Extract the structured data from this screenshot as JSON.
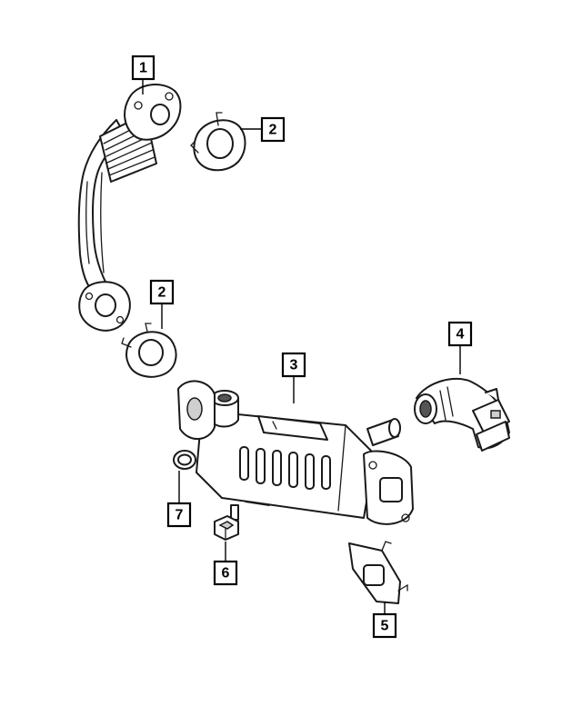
{
  "callouts": [
    {
      "id": "c1",
      "label": "1"
    },
    {
      "id": "c2a",
      "label": "2"
    },
    {
      "id": "c2b",
      "label": "2"
    },
    {
      "id": "c3",
      "label": "3"
    },
    {
      "id": "c4",
      "label": "4"
    },
    {
      "id": "c5",
      "label": "5"
    },
    {
      "id": "c6",
      "label": "6"
    },
    {
      "id": "c7",
      "label": "7"
    }
  ]
}
